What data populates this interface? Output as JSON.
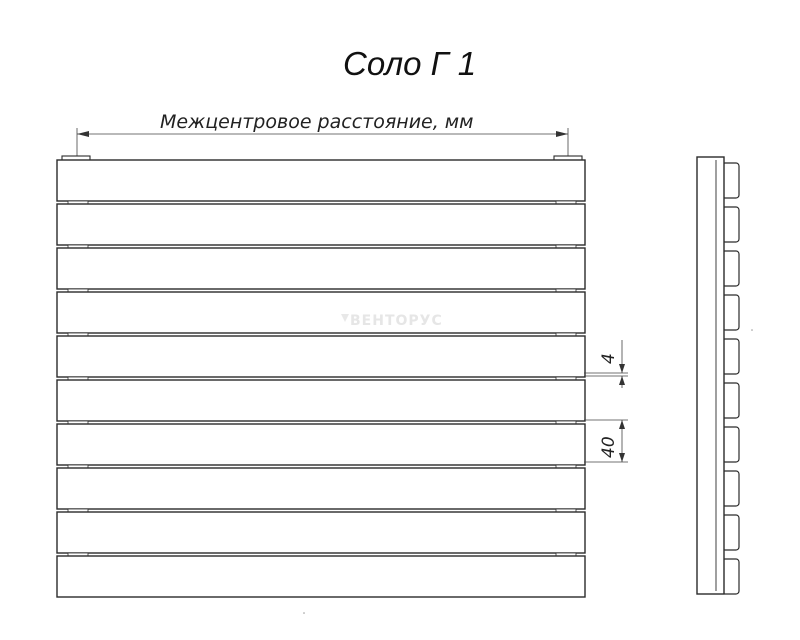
{
  "title": "Соло Г 1",
  "dimension_label": "Межцентровое расстояние, мм",
  "gap_dimension": "4",
  "bar_height_dimension": "40",
  "watermark": "ВЕНТОРУС",
  "bar_count": 10
}
